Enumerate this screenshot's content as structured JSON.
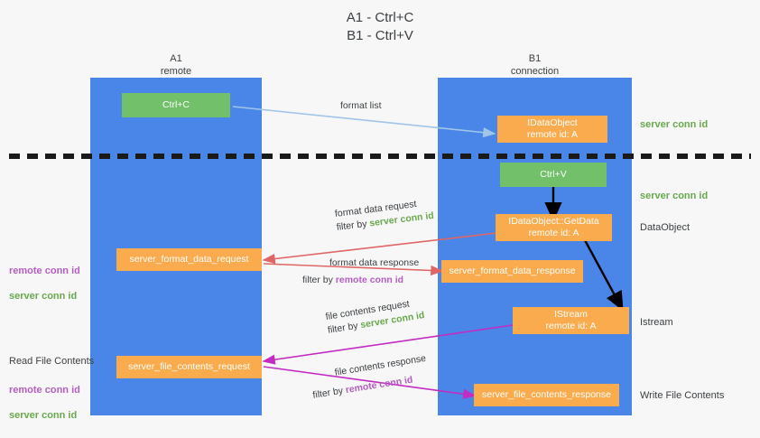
{
  "title": "A1 - Ctrl+C\nB1 - Ctrl+V",
  "colors": {
    "lane": "#4a86e8",
    "green_box": "#72c06a",
    "orange_box": "#f9ab4d",
    "server_conn_id": "#6aa84f",
    "remote_conn_id": "#b45ec2",
    "arrow_blue": "#9fc5e8",
    "arrow_red": "#e06666",
    "arrow_magenta": "#c32bc3",
    "arrow_black": "#000000",
    "background": "#f7f7f7"
  },
  "lanes": [
    {
      "name": "a1",
      "title": "A1\nremote"
    },
    {
      "name": "b1",
      "title": "B1\nconnection"
    }
  ],
  "boxes": {
    "ctrl_c": "Ctrl+C",
    "ctrl_v": "Ctrl+V",
    "idataobject": "IDataObject\nremote id: A",
    "idataobject_getdata": "IDataObject::GetData\nremote id: A",
    "istream": "IStream\nremote id: A",
    "server_format_data_request": "server_format_data_request",
    "server_format_data_response": "server_format_data_response",
    "server_file_contents_request": "server_file_contents_request",
    "server_file_contents_response": "server_file_contents_response"
  },
  "arrow_labels": {
    "format_list": "format list",
    "format_data_request": "format data request",
    "format_data_request_filter_prefix": "filter by ",
    "format_data_request_filter_value": "server conn id",
    "format_data_response": "format data response",
    "format_data_response_filter_prefix": "filter by ",
    "format_data_response_filter_value": "remote conn id",
    "file_contents_request": "file contents request",
    "file_contents_request_filter_prefix": "filter by ",
    "file_contents_request_filter_value": "server conn id",
    "file_contents_response": "file contents response",
    "file_contents_response_filter_prefix": "filter by ",
    "file_contents_response_filter_value": "remote conn id"
  },
  "right_labels": {
    "server_conn_id_top": "server conn id",
    "server_conn_id_mid": "server conn id",
    "dataobject": "DataObject",
    "istream": "Istream",
    "write_file_contents": "Write File Contents"
  },
  "left_labels": {
    "conn_ids_mid_remote": "remote conn id",
    "conn_ids_mid_server": "server conn id",
    "read_file_contents": "Read File Contents",
    "conn_ids_bottom_remote": "remote conn id",
    "conn_ids_bottom_server": "server conn id"
  }
}
